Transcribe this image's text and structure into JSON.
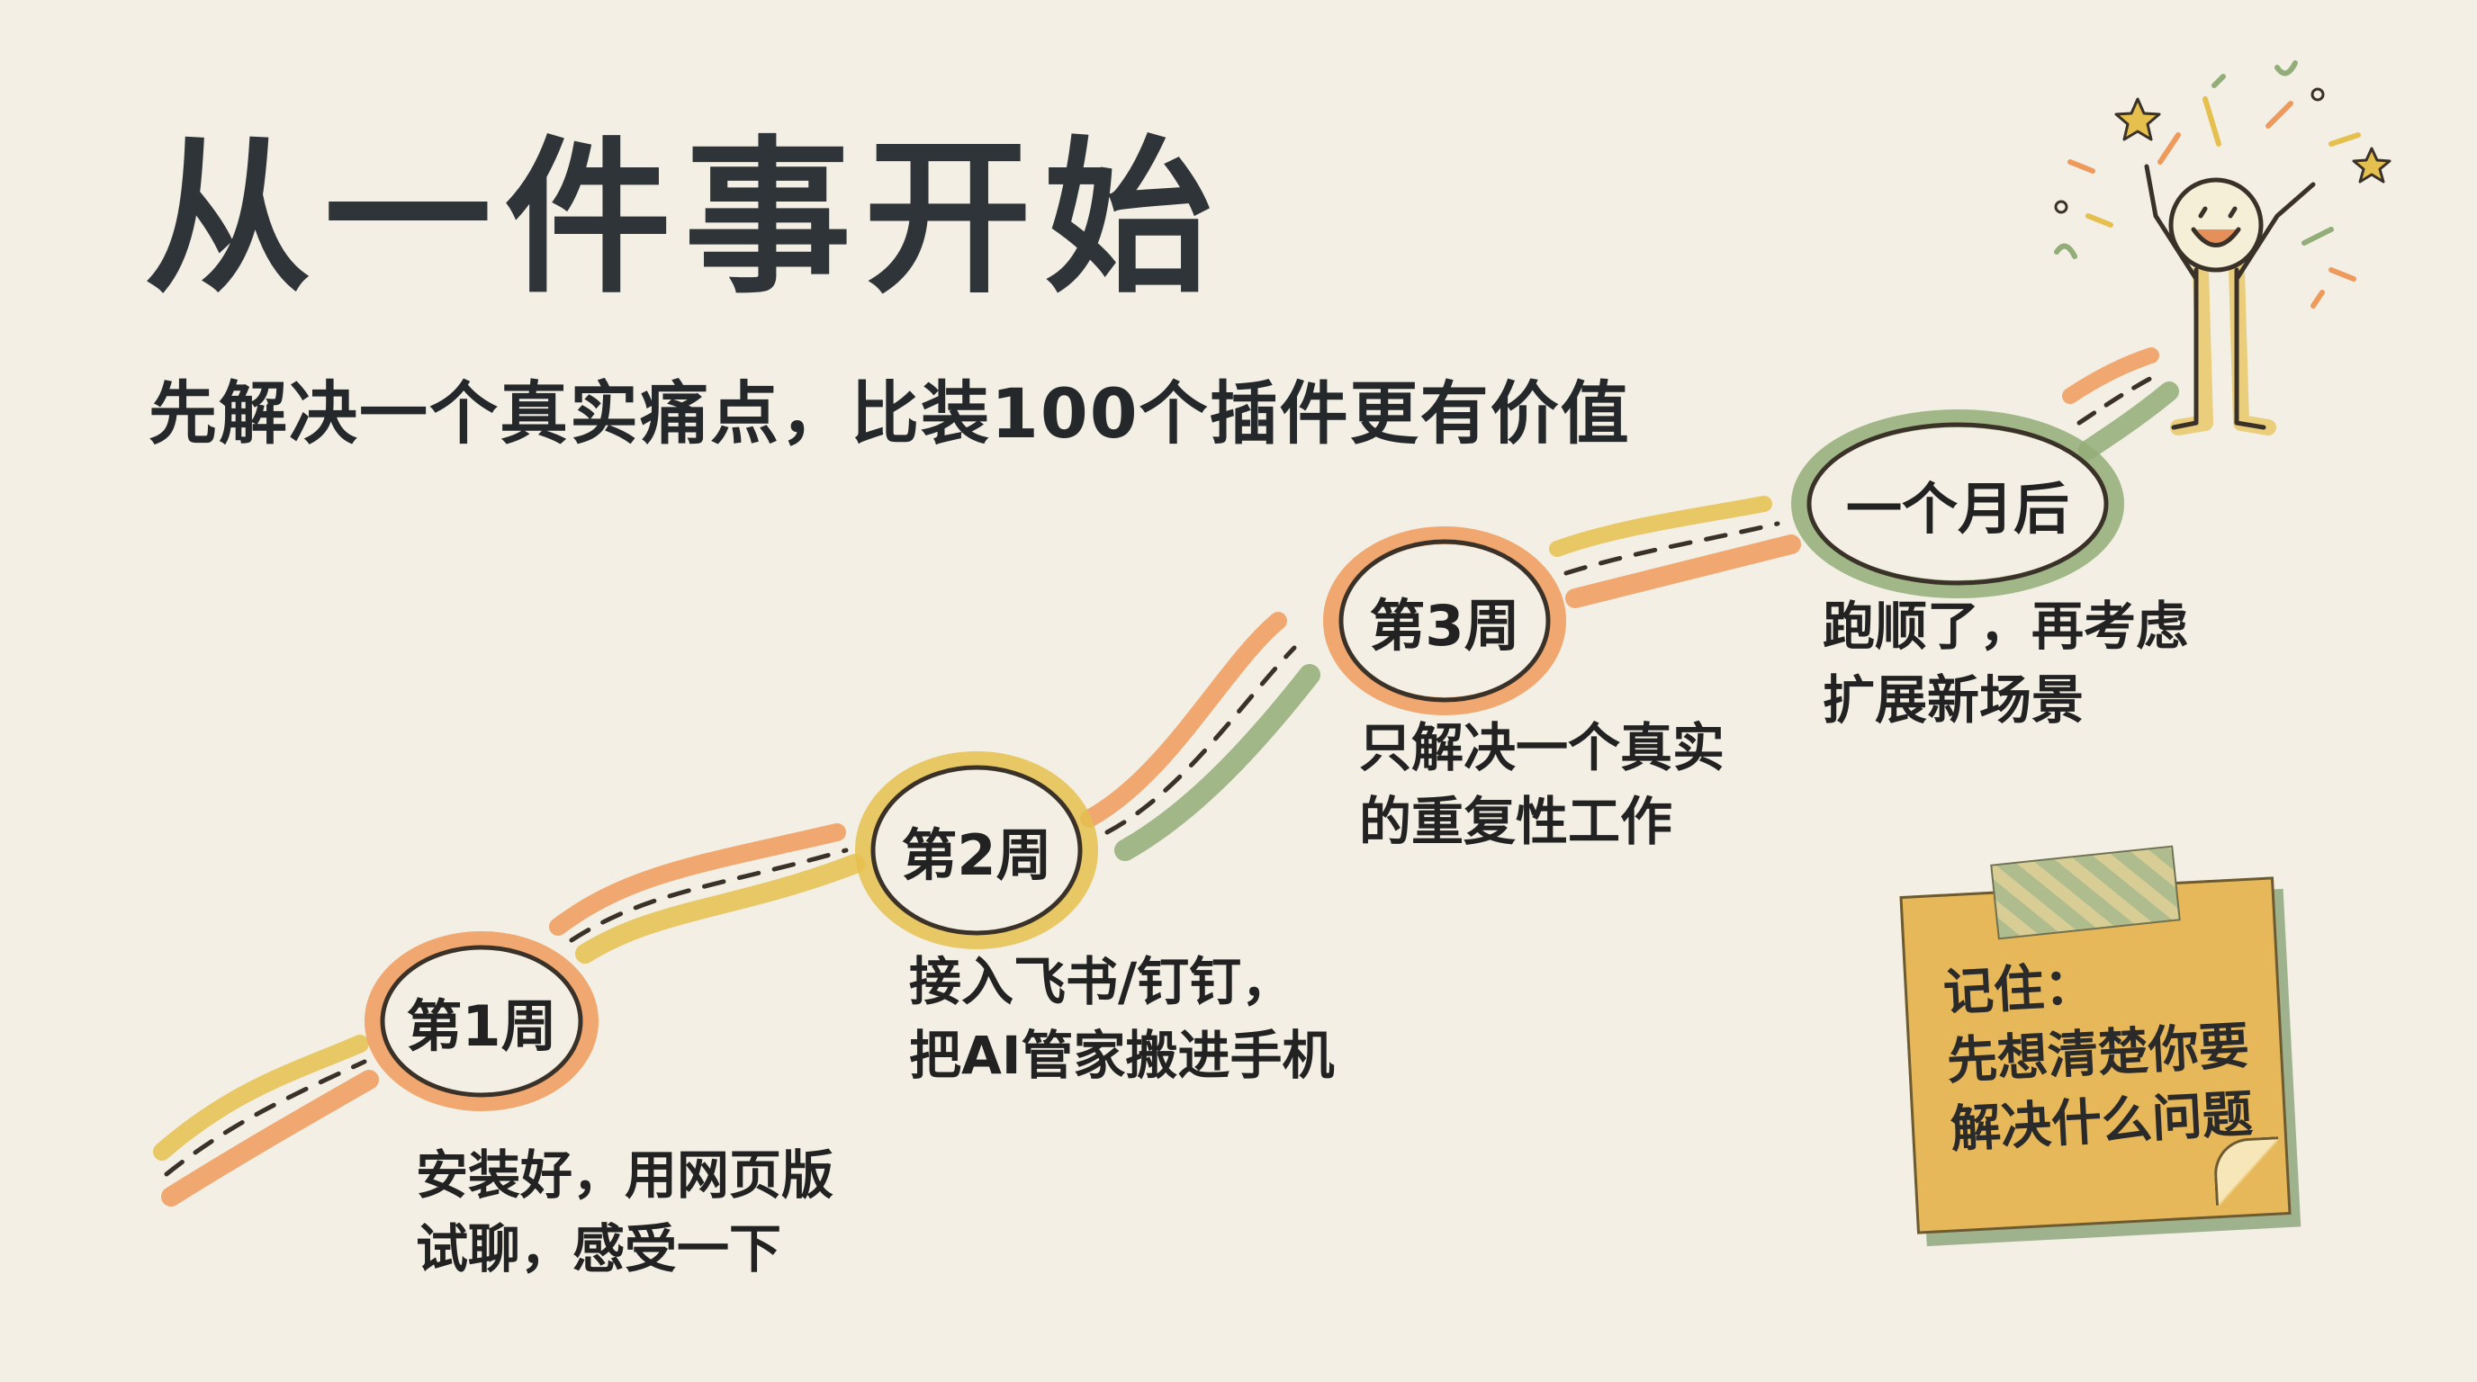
{
  "title": "从一件事开始",
  "subtitle": "先解决一个真实痛点，比装100个插件更有价值",
  "stages": [
    {
      "label": "第1周",
      "desc": [
        "安装好，用网页版",
        "试聊，感受一下"
      ]
    },
    {
      "label": "第2周",
      "desc": [
        "接入飞书/钉钉，",
        "把AI管家搬进手机"
      ]
    },
    {
      "label": "第3周",
      "desc": [
        "只解决一个真实",
        "的重复性工作"
      ]
    },
    {
      "label": "一个月后",
      "desc": [
        "跑顺了，再考虑",
        "扩展新场景"
      ]
    }
  ],
  "note": {
    "lines": [
      "记住：",
      "先想清楚你要",
      "解决什么问题"
    ]
  },
  "colors": {
    "orange": "#ee9a5c",
    "yellow": "#e5c04f",
    "green": "#93ad78",
    "ink": "#3a3128",
    "note": "#e7b85a"
  },
  "icons": [
    "celebrating-person-icon",
    "confetti-icon",
    "star-icon"
  ]
}
